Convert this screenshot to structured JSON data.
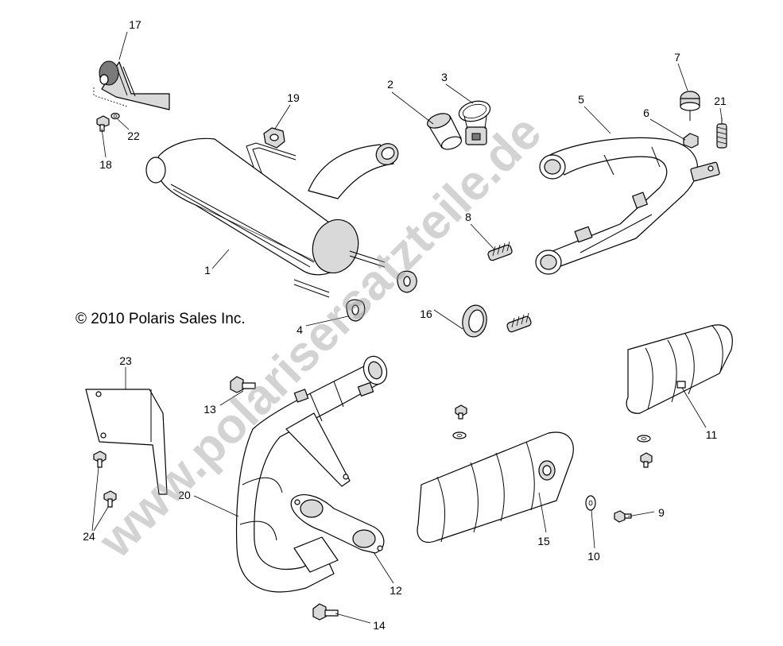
{
  "copyright": "© 2010 Polaris Sales Inc.",
  "watermark": "www.polarisersatzteile.de",
  "callouts": [
    "1",
    "2",
    "3",
    "4",
    "5",
    "6",
    "7",
    "8",
    "9",
    "10",
    "11",
    "12",
    "13",
    "14",
    "15",
    "16",
    "17",
    "18",
    "19",
    "20",
    "21",
    "22",
    "23",
    "24"
  ],
  "colors": {
    "line": "#000000",
    "fill": "#ffffff",
    "shade": "#d9d9d9",
    "watermark": "#969696"
  }
}
